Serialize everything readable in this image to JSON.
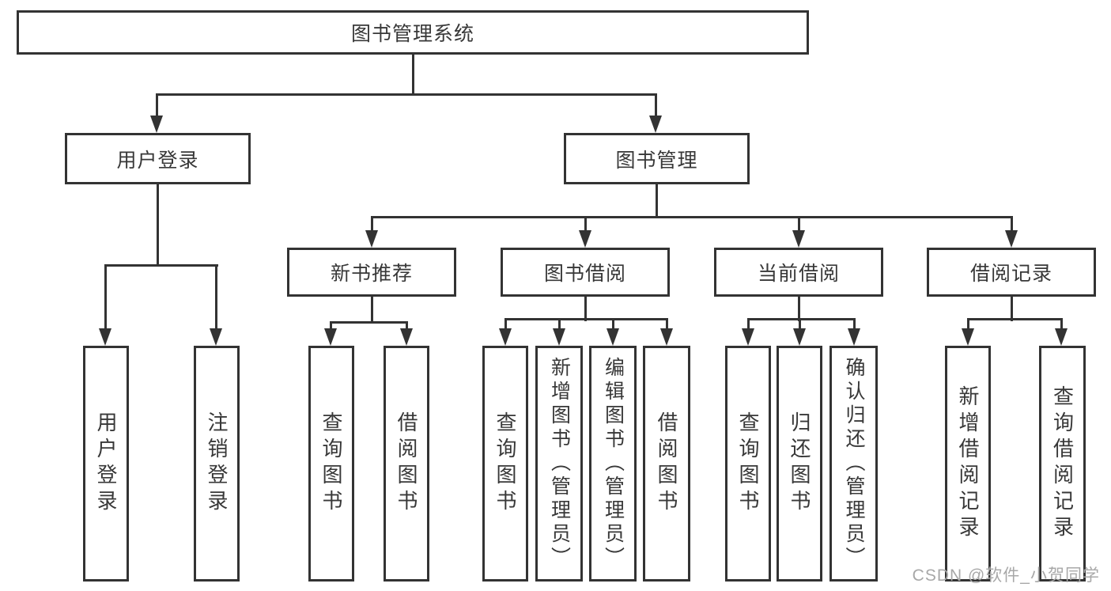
{
  "nodes": {
    "root": "图书管理系统",
    "user_login": "用户登录",
    "book_mgmt": "图书管理",
    "new_book_rec": "新书推荐",
    "book_borrow": "图书借阅",
    "current_borrow": "当前借阅",
    "borrow_records": "借阅记录",
    "leaf_user_login": "用户登录",
    "leaf_logout": "注销登录",
    "leaf_query_book_rec": "查询图书",
    "leaf_borrow_book_rec": "借阅图书",
    "leaf_query_book_borrow": "查询图书",
    "leaf_add_book_admin": "新增图书（管理员）",
    "leaf_edit_book_admin": "编辑图书（管理员）",
    "leaf_borrow_book_borrow": "借阅图书",
    "leaf_query_book_current": "查询图书",
    "leaf_return_book": "归还图书",
    "leaf_confirm_return_admin": "确认归还（管理员）",
    "leaf_add_borrow_record": "新增借阅记录",
    "leaf_query_borrow_record": "查询借阅记录"
  },
  "watermark": "CSDN @软件_小贺同学",
  "colors": {
    "line": "#333333",
    "text": "#383838",
    "watermark": "#a8a8a8",
    "background": "#ffffff"
  }
}
